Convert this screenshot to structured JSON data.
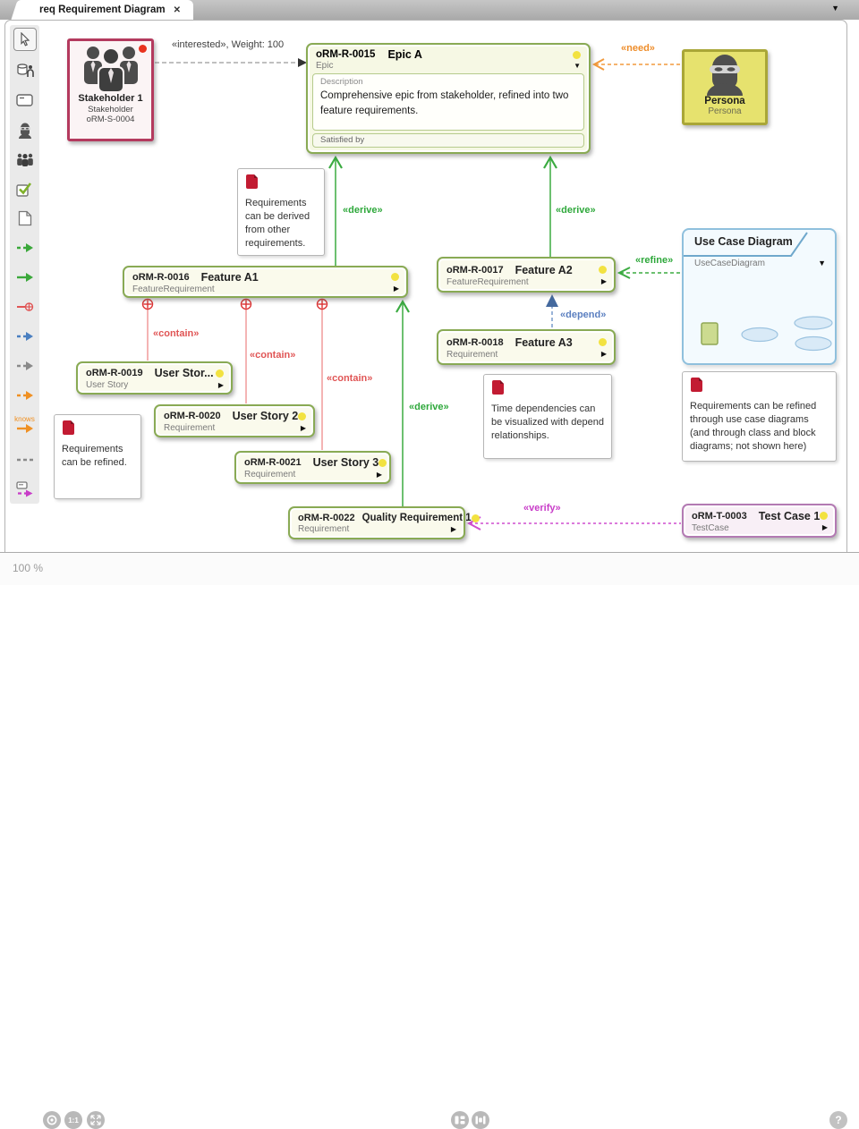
{
  "tab": {
    "title": "req Requirement Diagram"
  },
  "glyphs": {
    "close": "✕",
    "dropdown": "▼",
    "play": "▶",
    "help": "?"
  },
  "toolbar": {
    "knows_label": "knows",
    "items": [
      "pointer-tool",
      "stakeholder-tool",
      "requirement-box-tool",
      "persona-tool",
      "stakeholder-group-tool",
      "requirement-check-tool",
      "note-tool",
      "derive-link-tool",
      "satisfy-link-tool",
      "contain-link-tool",
      "depend-link-tool",
      "trace-link-tool",
      "need-link-tool",
      "knows-link-tool",
      "separator-dashes-tool",
      "verify-link-tool"
    ]
  },
  "nodes": {
    "stakeholder": {
      "name": "Stakeholder 1",
      "type": "Stakeholder",
      "id": "oRM-S-0004"
    },
    "epic": {
      "id": "oRM-R-0015",
      "name": "Epic A",
      "type": "Epic",
      "description_label": "Description",
      "description": "Comprehensive epic from stakeholder, refined into two feature requirements.",
      "satisfied_label": "Satisfied by"
    },
    "persona": {
      "name": "Persona",
      "type": "Persona"
    },
    "feature_a1": {
      "id": "oRM-R-0016",
      "name": "Feature A1",
      "type": "FeatureRequirement"
    },
    "feature_a2": {
      "id": "oRM-R-0017",
      "name": "Feature A2",
      "type": "FeatureRequirement"
    },
    "feature_a3": {
      "id": "oRM-R-0018",
      "name": "Feature A3",
      "type": "Requirement"
    },
    "user_story_1": {
      "id": "oRM-R-0019",
      "name": "User Stor...",
      "type": "User Story"
    },
    "user_story_2": {
      "id": "oRM-R-0020",
      "name": "User Story 2",
      "type": "Requirement"
    },
    "user_story_3": {
      "id": "oRM-R-0021",
      "name": "User Story 3",
      "type": "Requirement"
    },
    "quality_req": {
      "id": "oRM-R-0022",
      "name": "Quality Requirement 1",
      "type": "Requirement"
    },
    "test_case": {
      "id": "oRM-T-0003",
      "name": "Test Case 1",
      "type": "TestCase"
    },
    "use_case_diagram": {
      "name": "Use Case Diagram",
      "type": "UseCaseDiagram"
    }
  },
  "notes": {
    "derive_note": "Requirements can be derived from other requirements.",
    "refine_note": "Requirements can be refined.",
    "depend_note": "Time dependencies can be visualized with depend relationships.",
    "usecase_note": "Requirements can be refined through use case diagrams (and through class and block diagrams; not shown here)"
  },
  "edges": {
    "interested_label": "«interested», Weight:  100",
    "need_label": "«need»",
    "derive_label": "«derive»",
    "refine_label": "«refine»",
    "depend_label": "«depend»",
    "contain_label": "«contain»",
    "verify_label": "«verify»"
  },
  "statusbar": {
    "zoom_level": "100 %",
    "one_to_one": "1:1"
  }
}
